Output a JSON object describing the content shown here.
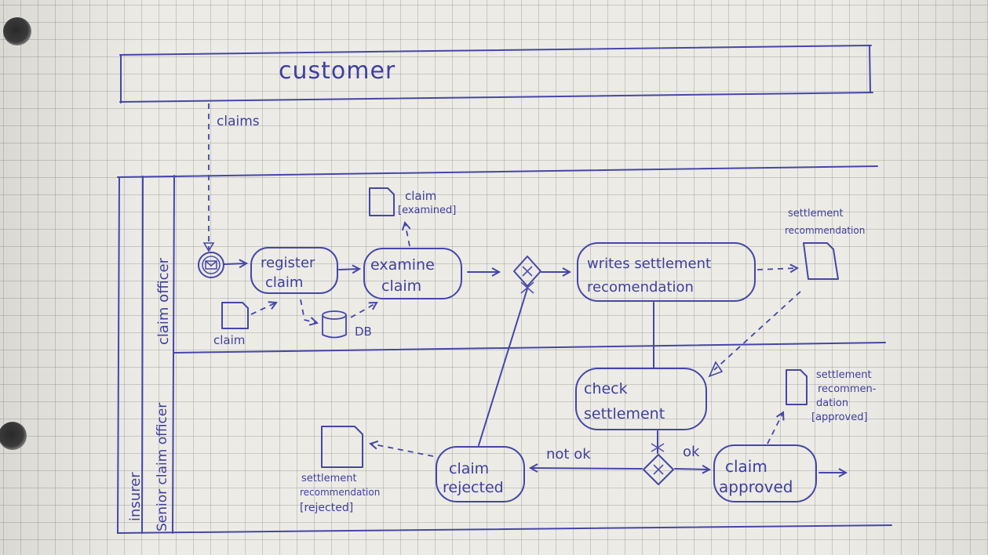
{
  "pools": {
    "customer": "customer",
    "insurer": "insurer"
  },
  "lanes": {
    "claim_officer": "claim officer",
    "senior_claim_officer": "Senior claim officer"
  },
  "tasks": {
    "register_line1": "register",
    "register_line2": "claim",
    "examine_line1": "examine",
    "examine_line2": "claim",
    "writes_line1": "writes settlement",
    "writes_line2": "recomendation",
    "check_line1": "check",
    "check_line2": "settlement",
    "rejected_line1": "claim",
    "rejected_line2": "rejected",
    "approved_line1": "claim",
    "approved_line2": "approved"
  },
  "message_flow": "claims",
  "data_objects": {
    "claim_input": "claim",
    "claim_examined_line1": "claim",
    "claim_examined_line2": "[examined]",
    "db": "DB",
    "settlement_rec_line1": "settlement",
    "settlement_rec_line2": "recommendation",
    "settlement_approved_line1": "settlement",
    "settlement_approved_line2": "recommen-",
    "settlement_approved_line3": "dation",
    "settlement_approved_line4": "[approved]",
    "settlement_rejected_line1": "settlement",
    "settlement_rejected_line2": "recommendation",
    "settlement_rejected_line3": "[rejected]"
  },
  "gateway_labels": {
    "not_ok": "not ok",
    "ok": "ok"
  },
  "colors": {
    "ink": "#4646a8",
    "paper": "#ecebe6"
  },
  "icons": {
    "start_event": "envelope-icon",
    "gateway": "exclusive-gateway-icon",
    "database": "database-icon",
    "document": "document-icon"
  }
}
